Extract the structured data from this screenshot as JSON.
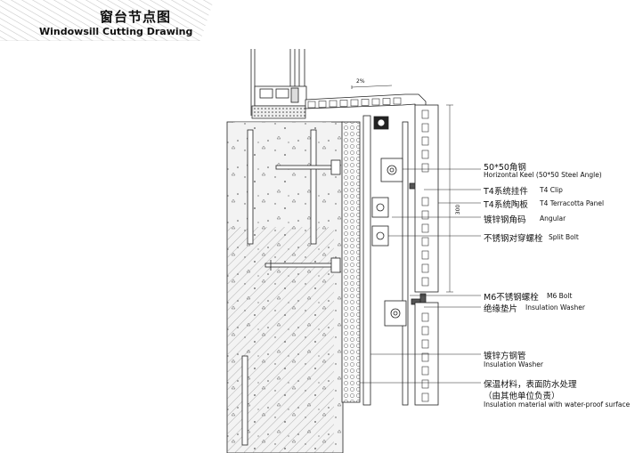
{
  "header": {
    "title_cn": "窗台节点图",
    "title_en": "Windowsill Cutting Drawing"
  },
  "dimensions": {
    "slope": "2%",
    "height": "300"
  },
  "labels": [
    {
      "cn": "50*50角钢",
      "en": "Horizontal Keel (50*50 Steel Angle)"
    },
    {
      "cn": "T4系统挂件",
      "en": "T4 Clip"
    },
    {
      "cn": "T4系统陶板",
      "en": "T4 Terracotta Panel"
    },
    {
      "cn": "镀锌钢角码",
      "en": "Angular"
    },
    {
      "cn": "不锈钢对穿螺栓",
      "en": "Split Bolt"
    },
    {
      "cn": "M6不锈钢螺栓",
      "en": "M6 Bolt"
    },
    {
      "cn": "绝缘垫片",
      "en": "Insulation Washer"
    },
    {
      "cn": "镀锌方钢管",
      "en": "Insulation Washer"
    },
    {
      "cn": "保温材料，表面防水处理",
      "cn2": "（由其他单位负责）",
      "en": "Insulation material with water-proof surface"
    }
  ]
}
